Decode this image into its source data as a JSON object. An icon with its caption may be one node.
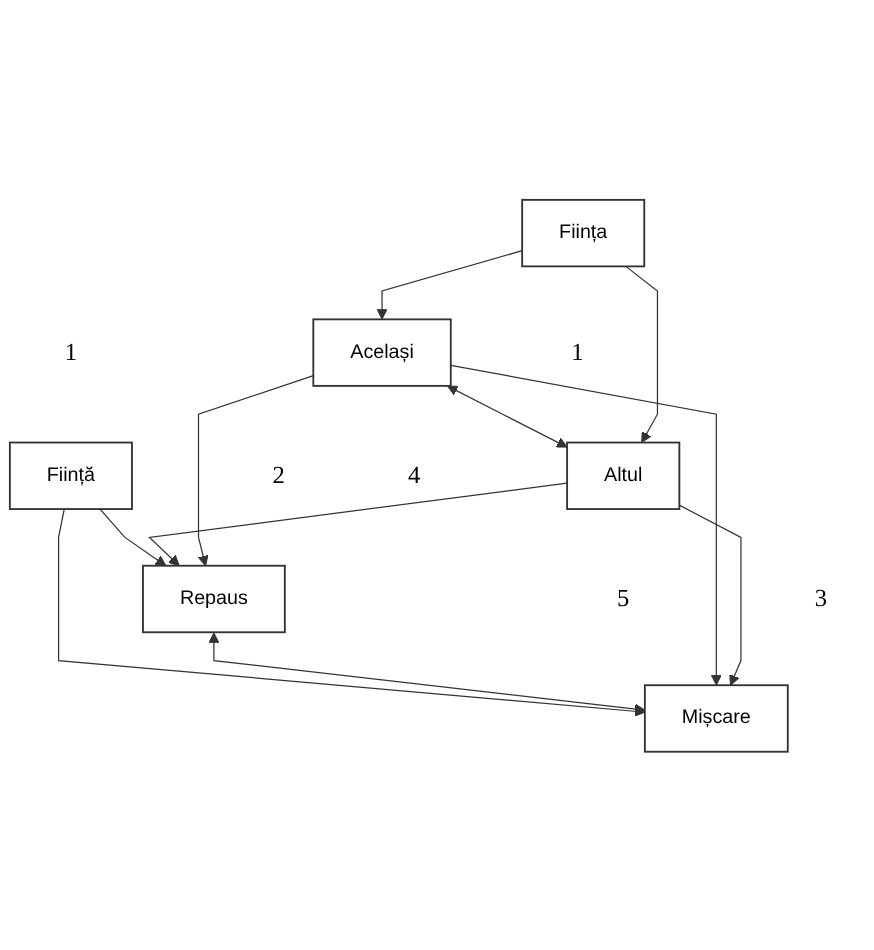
{
  "diagram": {
    "nodes": [
      {
        "text": [
          "Ființă"
        ],
        "beside": [
          "1"
        ]
      },
      {
        "text": [
          "Repaus"
        ],
        "beside": [
          "2"
        ]
      },
      {
        "text": [
          "Mișcare"
        ],
        "beside": [
          "3"
        ]
      },
      {
        "text": [
          "Același"
        ],
        "beside": [
          "4"
        ]
      },
      {
        "text": [
          "Altul"
        ],
        "beside": [
          "5"
        ]
      },
      {
        "text": [
          "Ființa"
        ],
        "beside": [
          "1"
        ]
      }
    ],
    "edges": [
      {
        "from": 0,
        "to": 1,
        "arrow": "to"
      },
      {
        "from": 0,
        "to": 2,
        "arrow": "to"
      },
      {
        "from": 1,
        "to": 2,
        "arrow": "both"
      },
      {
        "from": 4,
        "to": 1,
        "arrow": "to"
      },
      {
        "from": 3,
        "to": 2,
        "arrow": "to"
      },
      {
        "from": 3,
        "to": 1,
        "arrow": "to"
      },
      {
        "from": 4,
        "to": 2,
        "arrow": "to"
      },
      {
        "from": 3,
        "to": 4,
        "arrow": "both"
      },
      {
        "from": 5,
        "to": 3,
        "arrow": "to"
      },
      {
        "from": 5,
        "to": 4,
        "arrow": "to"
      }
    ]
  }
}
